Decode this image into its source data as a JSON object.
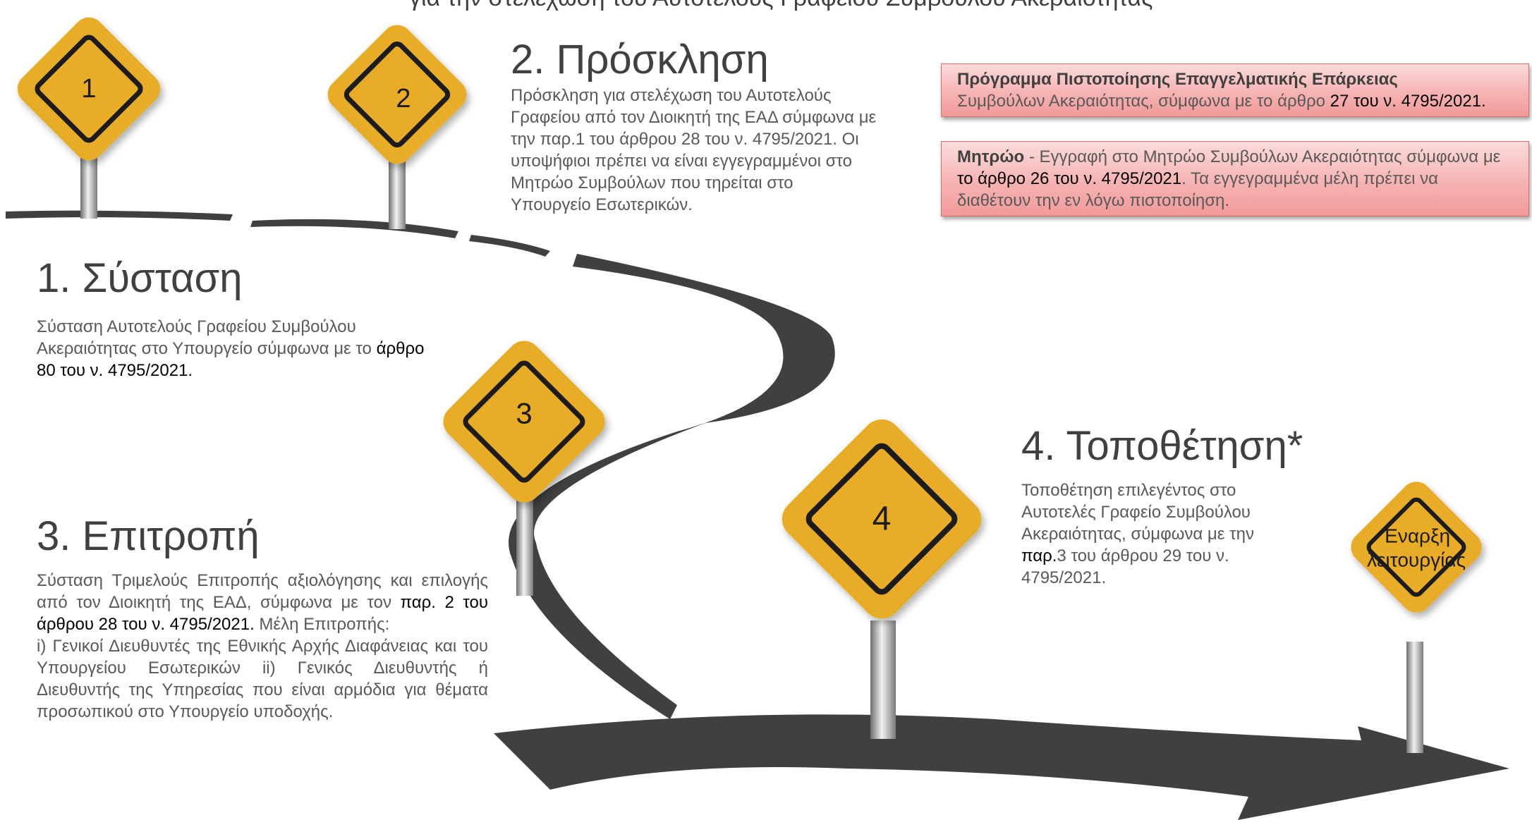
{
  "header_partial": "για την στελέχωση του Αυτοτελούς Γραφείου Συμβούλου Ακεραιότητας",
  "colors": {
    "sign_fill": "#e8ac25",
    "sign_border": "#1a1a1a",
    "road": "#404040",
    "box_fill": "#f6b3b3",
    "box_border": "#e26b6b"
  },
  "signs": [
    {
      "label": "1",
      "icon": "diamond-road-sign"
    },
    {
      "label": "2",
      "icon": "diamond-road-sign"
    },
    {
      "label": "3",
      "icon": "diamond-road-sign"
    },
    {
      "label": "4",
      "icon": "diamond-road-sign"
    },
    {
      "label_line1": "Έναρξη",
      "label_line2": "λειτουργίας",
      "icon": "diamond-road-sign"
    }
  ],
  "step1": {
    "title": "1. Σύσταση",
    "text": "Σύσταση Αυτοτελούς Γραφείου Συμβούλου Ακεραιότητας στο Υπουργείο σύμφωνα με το",
    "ref": "άρθρο 80 του ν. 4795/2021."
  },
  "step2": {
    "title": "2. Πρόσκληση",
    "text": "Πρόσκληση για στελέχωση του Αυτοτελούς Γραφείου από τον Διοικητή της ΕΑΔ σύμφωνα με την παρ.1 του άρθρου 28 του ν. 4795/2021. Οι υποψήφιοι πρέπει να είναι εγγεγραμμένοι στο Μητρώο Συμβούλων που τηρείται στο Υπουργείο Εσωτερικών."
  },
  "step3": {
    "title": "3. Επιτροπή",
    "text1": "Σύσταση Τριμελούς Επιτροπής αξιολόγησης και επιλογής από τον Διοικητή της ΕΑΔ, σύμφωνα με τον",
    "ref": "παρ. 2 του άρθρου 28 του ν. 4795/2021.",
    "text2": " Μέλη Επιτροπής:",
    "text3": "i) Γενικοί Διευθυντές της Εθνικής Αρχής Διαφάνειας και του Υπουργείου Εσωτερικών ii) Γενικός Διευθυντής ή Διευθυντής της Υπηρεσίας που είναι αρμόδια για θέματα προσωπικού στο Υπουργείο υποδοχής."
  },
  "step4": {
    "title": "4. Τοποθέτηση*",
    "text1": "Τοποθέτηση επιλεγέντος στο Αυτοτελές Γραφείο Συμβούλου Ακεραιότητας, σύμφωνα με την",
    "ref": "παρ.",
    "text2": "3 του άρθρου 29 του ν. 4795/2021."
  },
  "box1": {
    "bold": "Πρόγραμμα Πιστοποίησης Επαγγελματικής Επάρκειας",
    "text": "Συμβούλων Ακεραιότητας, σύμφωνα με το άρθρο",
    "ref": " 27 του ν. 4795/2021."
  },
  "box2": {
    "bold": "Μητρώο",
    "text1": " - Εγγραφή στο Μητρώο Συμβούλων Ακεραιότητας σύμφωνα με",
    "ref": " το άρθρο 26 του ν. 4795/2021",
    "text2": ". Τα εγγεγραμμένα μέλη πρέπει να διαθέτουν την εν λόγω πιστοποίηση."
  }
}
